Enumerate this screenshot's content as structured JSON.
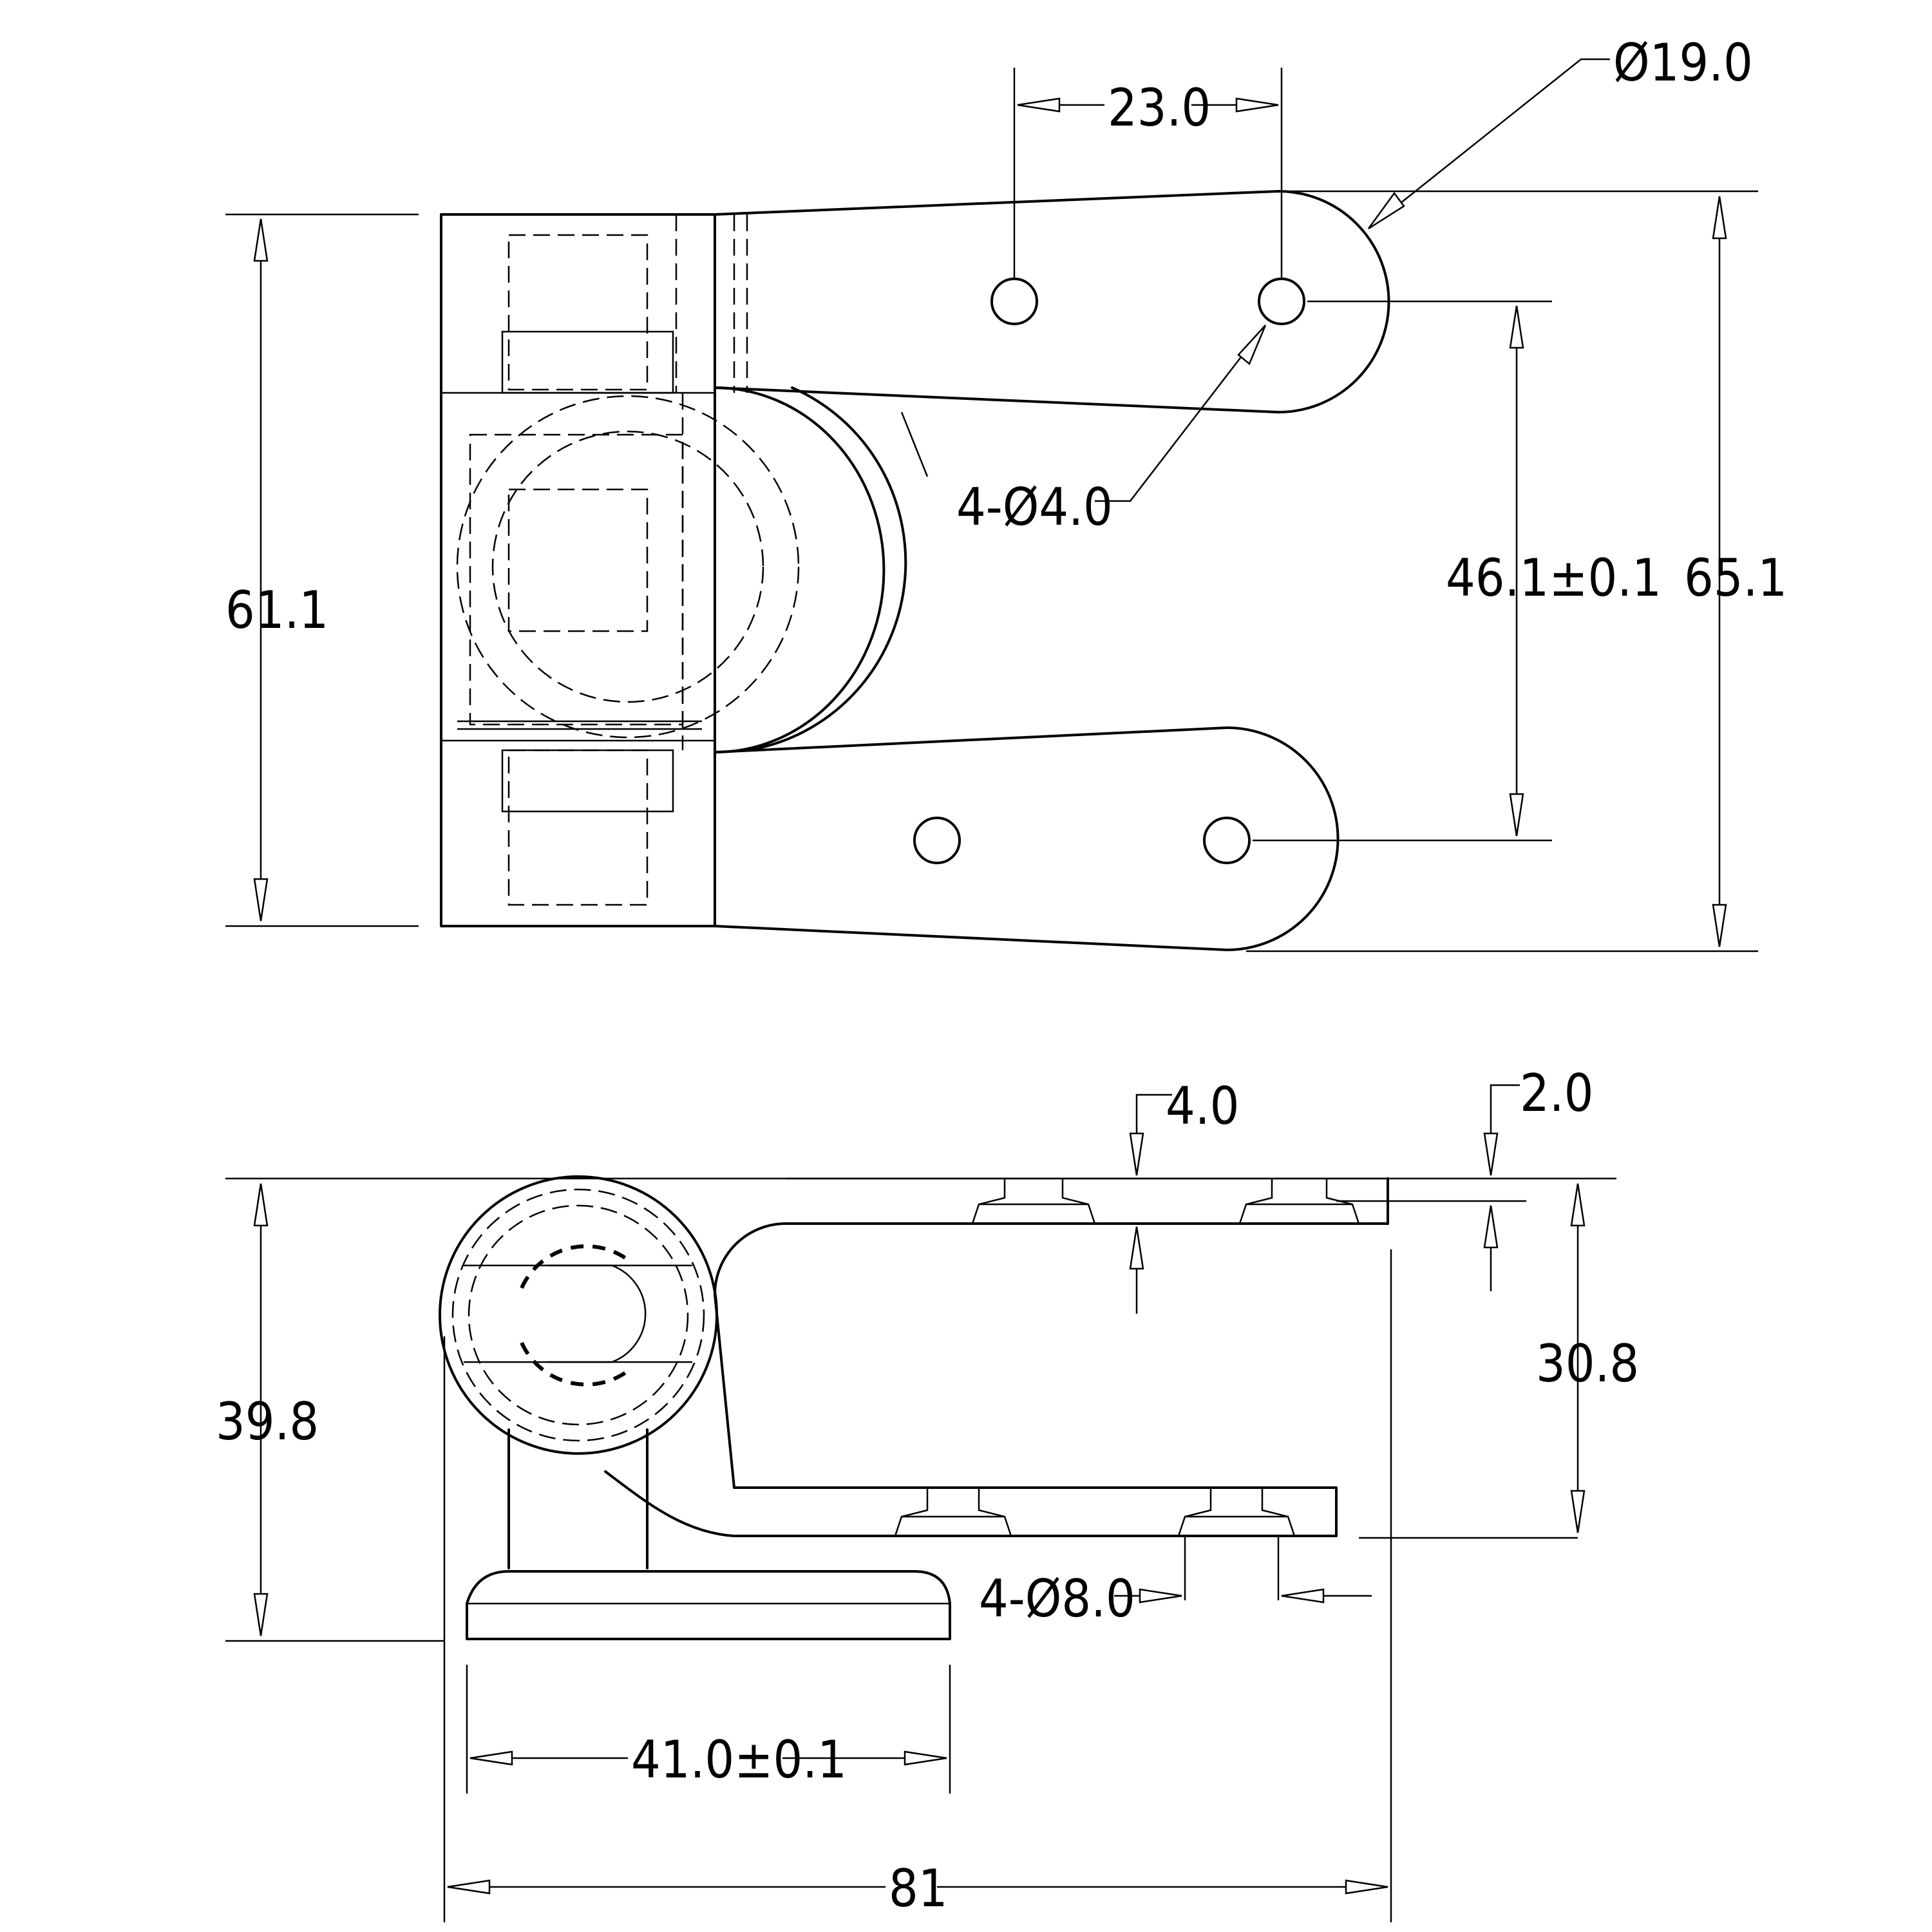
{
  "drawing": {
    "top_view": {
      "dim_hole_spacing": "23.0",
      "dim_pivot_diameter": "Ø19.0",
      "dim_holes": "4-Ø4.0",
      "dim_arm_hole_distance": "46.1±0.1",
      "dim_overall_height": "65.1",
      "dim_body_height": "61.1"
    },
    "side_view": {
      "dim_plate_thickness": "4.0",
      "dim_recess": "2.0",
      "dim_arm_height": "30.8",
      "dim_total_height": "39.8",
      "dim_countersinks": "4-Ø8.0",
      "dim_base_width": "41.0±0.1",
      "dim_overall_length": "81"
    }
  }
}
